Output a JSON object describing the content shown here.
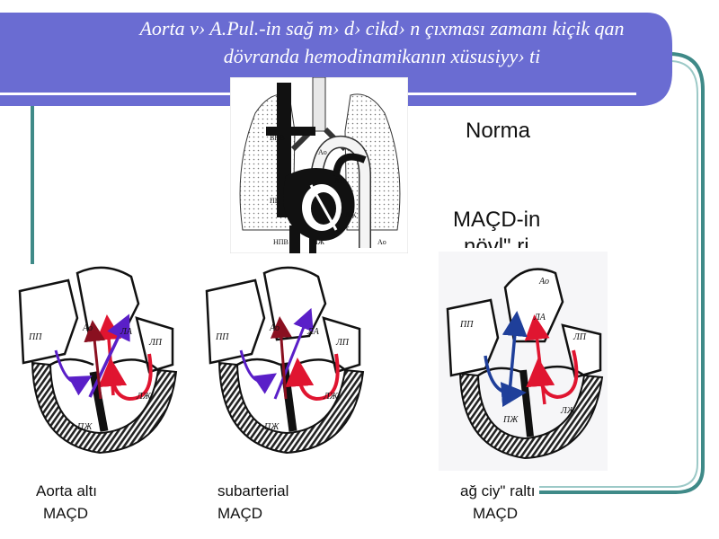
{
  "slide": {
    "title_line1": "Aorta v› A.Pul.-in sağ m› d› cikd› n çıxması zamanı kiçik qan",
    "title_line2": "dövranda hemodinamikanın xüsusiyy› ti",
    "norma_label": "Norma",
    "vsd_label_line1": "MAÇD-in",
    "vsd_label_line2": "növl\" ri",
    "colors": {
      "header": "#6a6cd2",
      "frame": "#3f8a88",
      "red_arrow": "#e01530",
      "purple_arrow": "#5a1fc8",
      "blue_arrow": "#1f3f9a",
      "dark_red_arrow": "#8a1020"
    }
  },
  "top_figure": {
    "labels": {
      "vpv": "ВПВ",
      "ao_top": "Ao",
      "lp": "ЛП",
      "pp": "ПП",
      "ljh": "ЛЖ",
      "npv": "НПВ",
      "pjh": "ПЖ",
      "ao_bottom": "Ao"
    }
  },
  "figures": [
    {
      "caption_line1": "Aorta altı",
      "caption_line2": "MAÇD",
      "labels": {
        "pp": "ПП",
        "ao": "Ао",
        "la": "ЛА",
        "lp": "ЛП",
        "ljh": "ЛЖ",
        "pjh": "ПЖ"
      }
    },
    {
      "caption_line1": "subarterial",
      "caption_line2": "MAÇD",
      "labels": {
        "pp": "ПП",
        "ao": "Ао",
        "la": "ЛА",
        "lp": "ЛП",
        "ljh": "ЛЖ",
        "pjh": "ПЖ"
      }
    },
    {
      "caption_line1": "ağ ciy\" raltı",
      "caption_line2": "MAÇD",
      "labels": {
        "ao": "Ао",
        "la": "ЛА",
        "pp": "ПП",
        "lp": "ЛП",
        "pjh": "ПЖ",
        "ljh": "ЛЖ"
      }
    }
  ]
}
